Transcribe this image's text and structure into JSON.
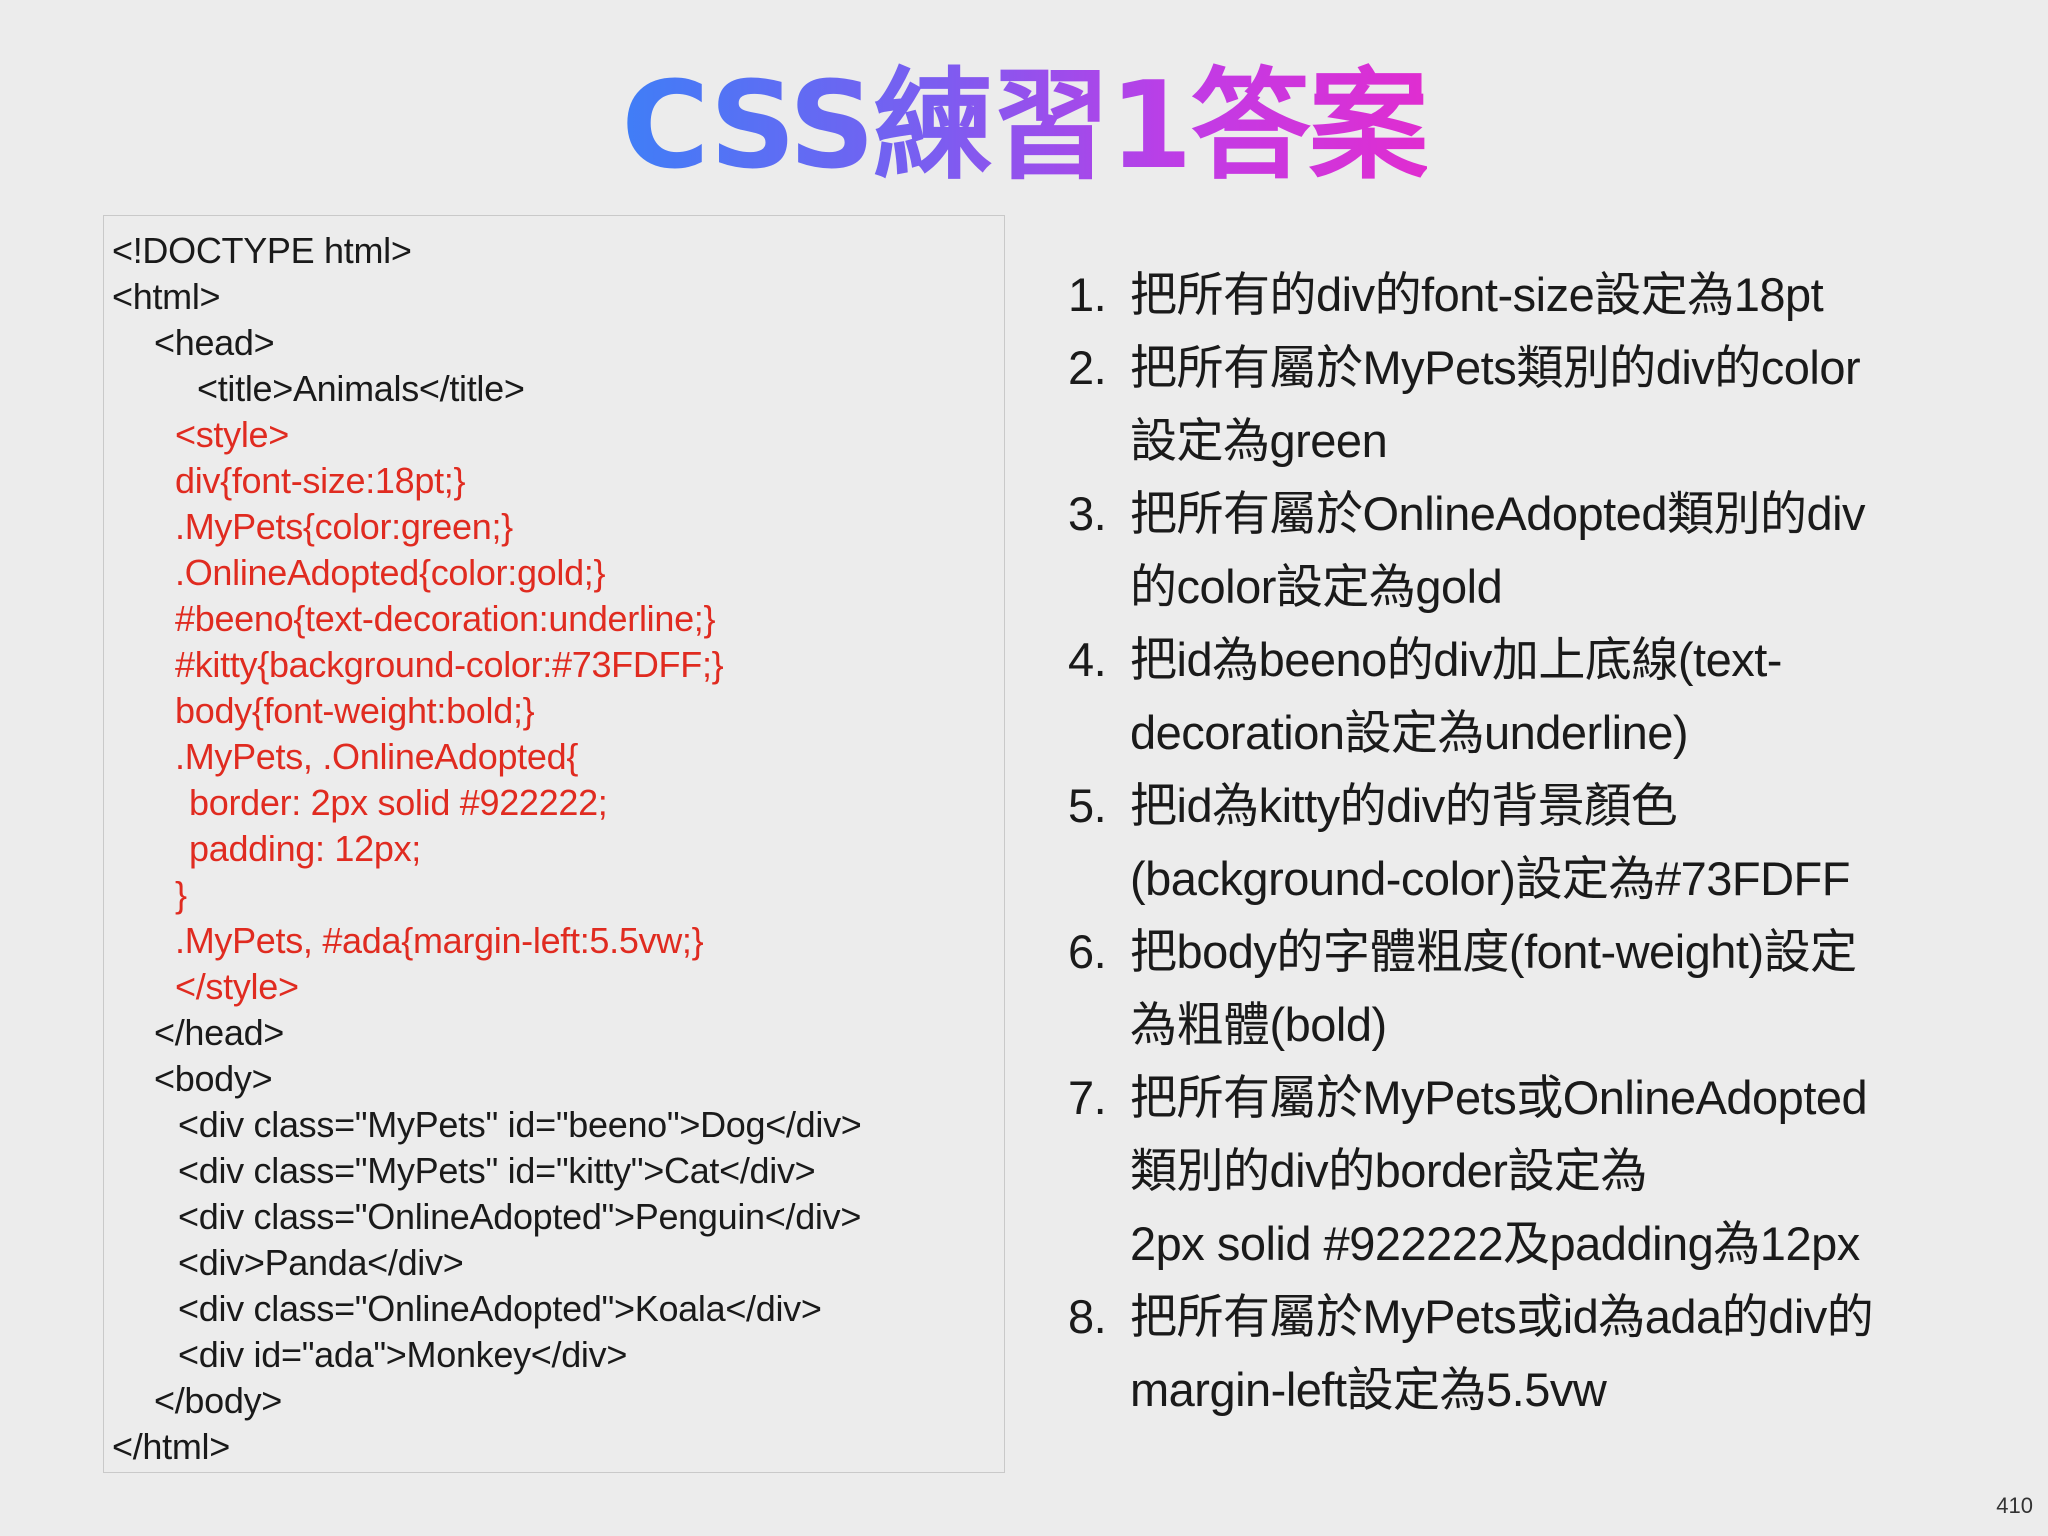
{
  "title": "CSS練習1答案",
  "code_lines": [
    {
      "text": "<!DOCTYPE html>",
      "indent": 0,
      "red": false
    },
    {
      "text": "<html>",
      "indent": 0,
      "red": false
    },
    {
      "text": "<head>",
      "indent": 1,
      "red": false
    },
    {
      "text": "<title>Animals</title>",
      "indent": 2,
      "red": false
    },
    {
      "text": "<style>",
      "indent": 3,
      "red": true
    },
    {
      "text": "div{font-size:18pt;}",
      "indent": 3,
      "red": true
    },
    {
      "text": ".MyPets{color:green;}",
      "indent": 3,
      "red": true
    },
    {
      "text": ".OnlineAdopted{color:gold;}",
      "indent": 3,
      "red": true
    },
    {
      "text": "#beeno{text-decoration:underline;}",
      "indent": 3,
      "red": true
    },
    {
      "text": "#kitty{background-color:#73FDFF;}",
      "indent": 3,
      "red": true
    },
    {
      "text": "body{font-weight:bold;}",
      "indent": 3,
      "red": true
    },
    {
      "text": ".MyPets, .OnlineAdopted{",
      "indent": 3,
      "red": true
    },
    {
      "text": "border: 2px solid #922222;",
      "indent": 4,
      "red": true
    },
    {
      "text": "padding: 12px;",
      "indent": 4,
      "red": true
    },
    {
      "text": "}",
      "indent": 3,
      "red": true
    },
    {
      "text": ".MyPets, #ada{margin-left:5.5vw;}",
      "indent": 3,
      "red": true
    },
    {
      "text": "</style>",
      "indent": 3,
      "red": true
    },
    {
      "text": "</head>",
      "indent": 1,
      "red": false
    },
    {
      "text": "<body>",
      "indent": 1,
      "red": false
    },
    {
      "text": "<div class=\"MyPets\" id=\"beeno\">Dog</div>",
      "indent": 5,
      "red": false
    },
    {
      "text": "<div class=\"MyPets\" id=\"kitty\">Cat</div>",
      "indent": 5,
      "red": false
    },
    {
      "text": "<div class=\"OnlineAdopted\">Penguin</div>",
      "indent": 5,
      "red": false
    },
    {
      "text": "<div>Panda</div>",
      "indent": 5,
      "red": false
    },
    {
      "text": "<div class=\"OnlineAdopted\">Koala</div>",
      "indent": 5,
      "red": false
    },
    {
      "text": "<div id=\"ada\">Monkey</div>",
      "indent": 5,
      "red": false
    },
    {
      "text": "</body>",
      "indent": 1,
      "red": false
    },
    {
      "text": "</html>",
      "indent": 0,
      "red": false
    }
  ],
  "instructions": [
    {
      "num": "1.",
      "lines": [
        "把所有的div的font-size設定為18pt"
      ]
    },
    {
      "num": "2.",
      "lines": [
        "把所有屬於MyPets類別的div的color",
        "設定為green"
      ]
    },
    {
      "num": "3.",
      "lines": [
        "把所有屬於OnlineAdopted類別的div",
        "的color設定為gold"
      ]
    },
    {
      "num": "4.",
      "lines": [
        "把id為beeno的div加上底線(text-",
        "decoration設定為underline)"
      ]
    },
    {
      "num": "5.",
      "lines": [
        "把id為kitty的div的背景顏色",
        "(background-color)設定為#73FDFF"
      ]
    },
    {
      "num": "6.",
      "lines": [
        "把body的字體粗度(font-weight)設定",
        "為粗體(bold)"
      ]
    },
    {
      "num": "7.",
      "lines": [
        "把所有屬於MyPets或OnlineAdopted",
        "類別的div的border設定為",
        "2px solid #922222及padding為12px"
      ]
    },
    {
      "num": "8.",
      "lines": [
        "把所有屬於MyPets或id為ada的div的",
        "margin-left設定為5.5vw"
      ]
    }
  ],
  "page_number": "410"
}
